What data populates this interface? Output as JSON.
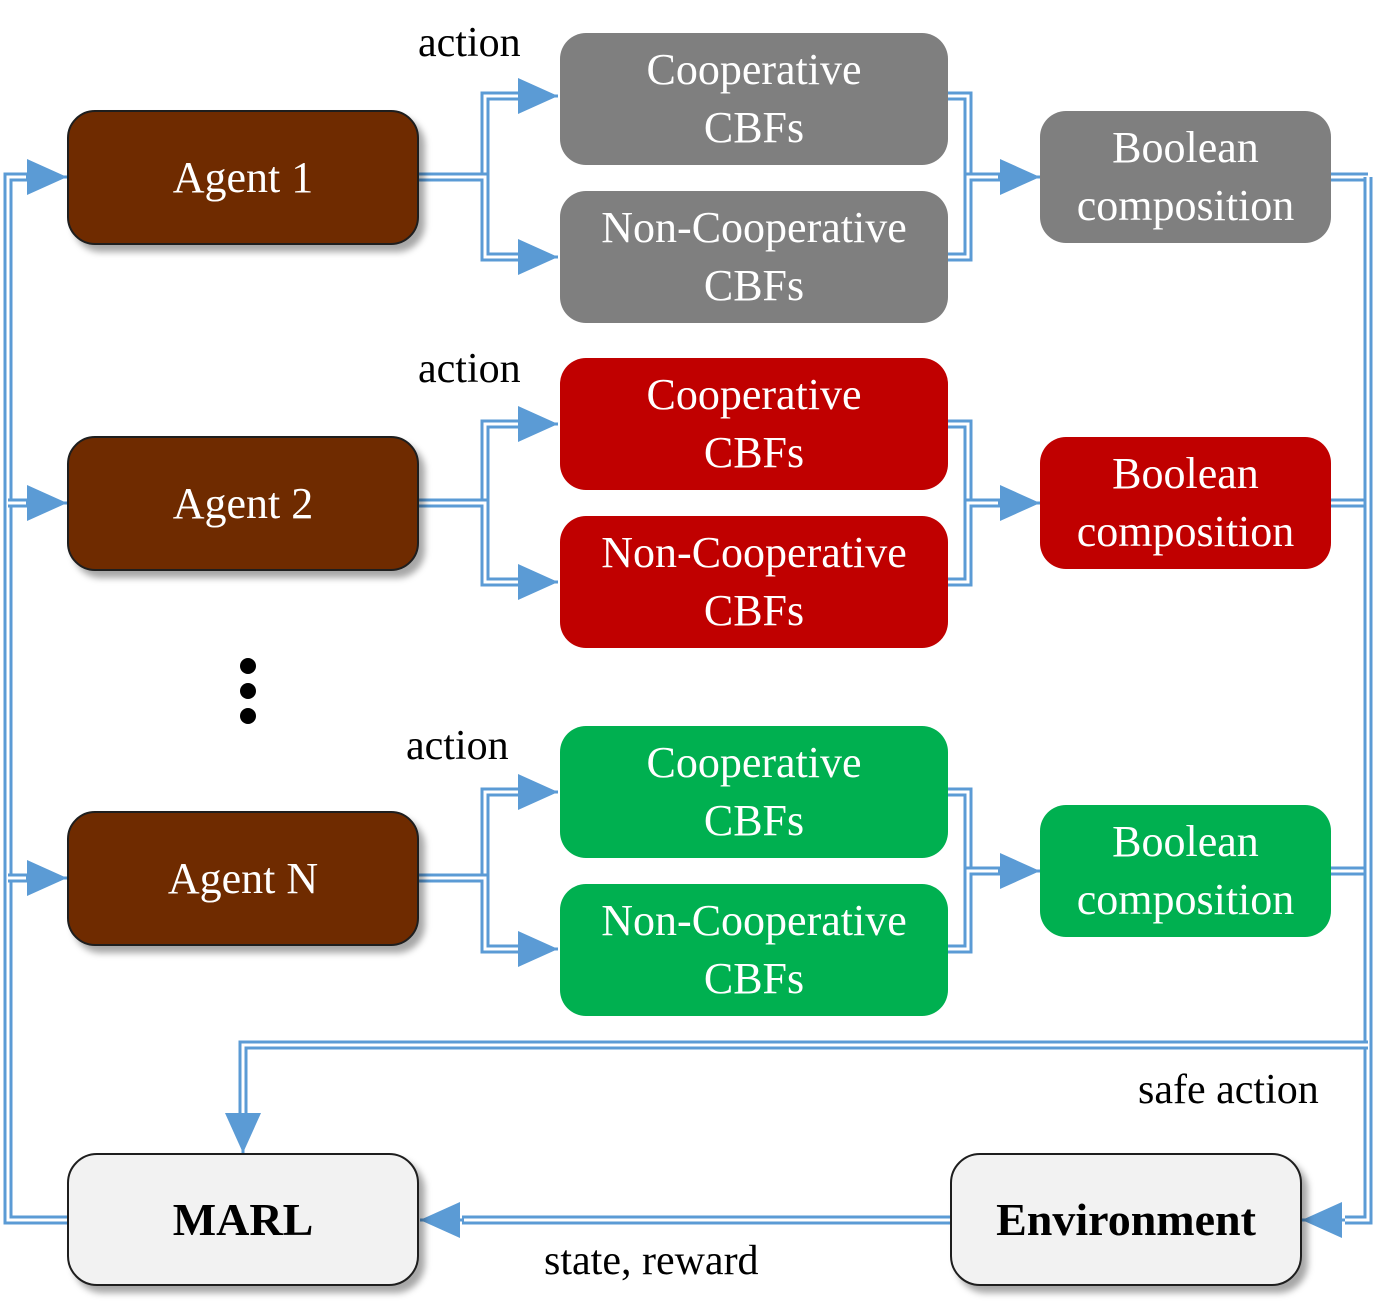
{
  "colors": {
    "agent": "#6f2b00",
    "group1": "#7f7f7f",
    "group2": "#c00000",
    "group3": "#00b050",
    "neutral": "#f2f2f2",
    "connector": "#5b9bd5"
  },
  "groups": [
    {
      "agent": "Agent 1",
      "action_label": "action",
      "coop": [
        "Cooperative",
        "CBFs"
      ],
      "noncoop": [
        "Non-Cooperative",
        "CBFs"
      ],
      "bool": [
        "Boolean",
        "composition"
      ]
    },
    {
      "agent": "Agent 2",
      "action_label": "action",
      "coop": [
        "Cooperative",
        "CBFs"
      ],
      "noncoop": [
        "Non-Cooperative",
        "CBFs"
      ],
      "bool": [
        "Boolean",
        "composition"
      ]
    },
    {
      "agent": "Agent N",
      "action_label": "action",
      "coop": [
        "Cooperative",
        "CBFs"
      ],
      "noncoop": [
        "Non-Cooperative",
        "CBFs"
      ],
      "bool": [
        "Boolean",
        "composition"
      ]
    }
  ],
  "marl": "MARL",
  "environment": "Environment",
  "safe_action_label": "safe action",
  "state_reward_label": "state, reward"
}
